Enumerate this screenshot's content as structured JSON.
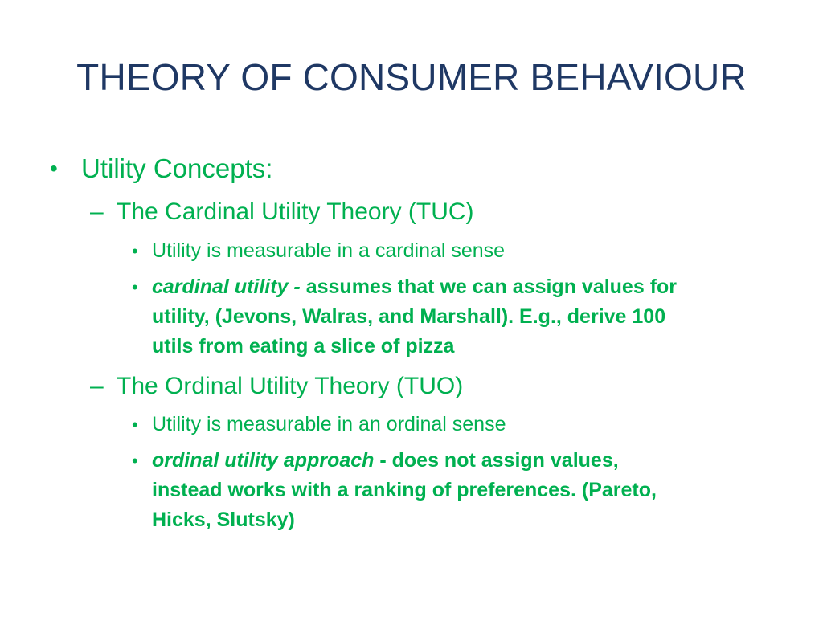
{
  "slide": {
    "title": "THEORY OF CONSUMER BEHAVIOUR",
    "level1_bullet": "•",
    "level2_bullet": "–",
    "level3_bullet": "•",
    "colors": {
      "title": "#1f3864",
      "body": "#00b050"
    }
  },
  "content": {
    "heading": "Utility Concepts:",
    "cardinal": {
      "label": "The Cardinal Utility Theory (TUC)",
      "point1": "Utility is measurable in a cardinal sense",
      "point2_term": "cardinal utility -",
      "point2_rest_line1": " assumes that we can assign values for",
      "point2_line2": "utility, (Jevons, Walras, and Marshall). E.g.,  derive 100",
      "point2_line3": "utils from eating a slice of pizza"
    },
    "ordinal": {
      "label": "The Ordinal Utility Theory (TUO)",
      "point1": "Utility is measurable in an ordinal sense",
      "point2_term": "ordinal utility approach",
      "point2_rest_line1": "  - does not assign values,",
      "point2_line2": "instead works with a ranking of preferences. (Pareto,",
      "point2_line3": "Hicks, Slutsky)"
    }
  }
}
